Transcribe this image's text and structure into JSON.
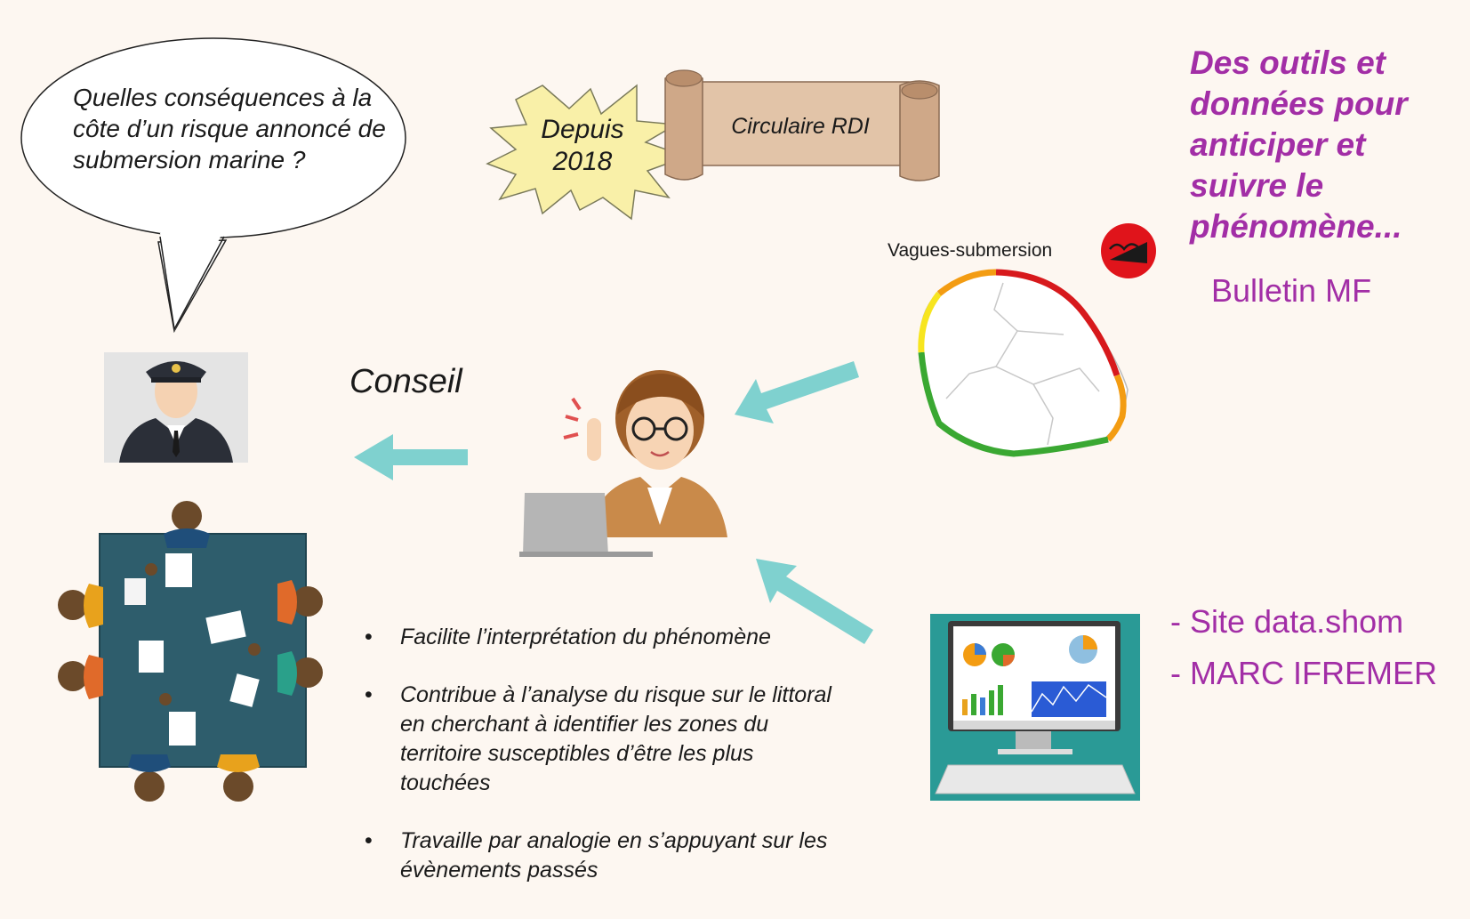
{
  "question_bubble": "Quelles conséquences à la côte d’un risque annoncé de submersion marine ?",
  "badge": {
    "line1": "Depuis",
    "line2": "2018"
  },
  "scroll_label": "Circulaire RDI",
  "tools_heading": "Des outils et données pour anticiper et suivre le phénomène...",
  "bulletin_label": "Bulletin MF",
  "map_label": "Vagues-submersion",
  "conseil_label": "Conseil",
  "data_sources": [
    "- Site data.shom",
    "- MARC IFREMER"
  ],
  "bullet_points": [
    "Facilite l’interprétation du phénomène",
    "Contribue à l’analyse du risque sur le littoral en cherchant à identifier les zones du territoire susceptibles d’être les plus touchées",
    "Travaille par analogie en s’appuyant sur les évènements passés"
  ],
  "colors": {
    "accent_purple": "#a22ea6",
    "arrow_teal": "#7fd1cf",
    "scroll": "#e2c4a8",
    "star": "#f9f0a8",
    "vigilance_red": "#d7191c",
    "vigilance_orange": "#f39c12",
    "vigilance_yellow": "#f7e51f",
    "vigilance_green": "#3aa832"
  },
  "icons": [
    "speech-bubble-icon",
    "explosion-star-icon",
    "scroll-icon",
    "captain-avatar-icon",
    "meeting-table-icon",
    "forecaster-woman-icon",
    "island-map-icon",
    "meteo-logo-icon",
    "monitor-dashboard-icon",
    "arrow-left-icon"
  ]
}
